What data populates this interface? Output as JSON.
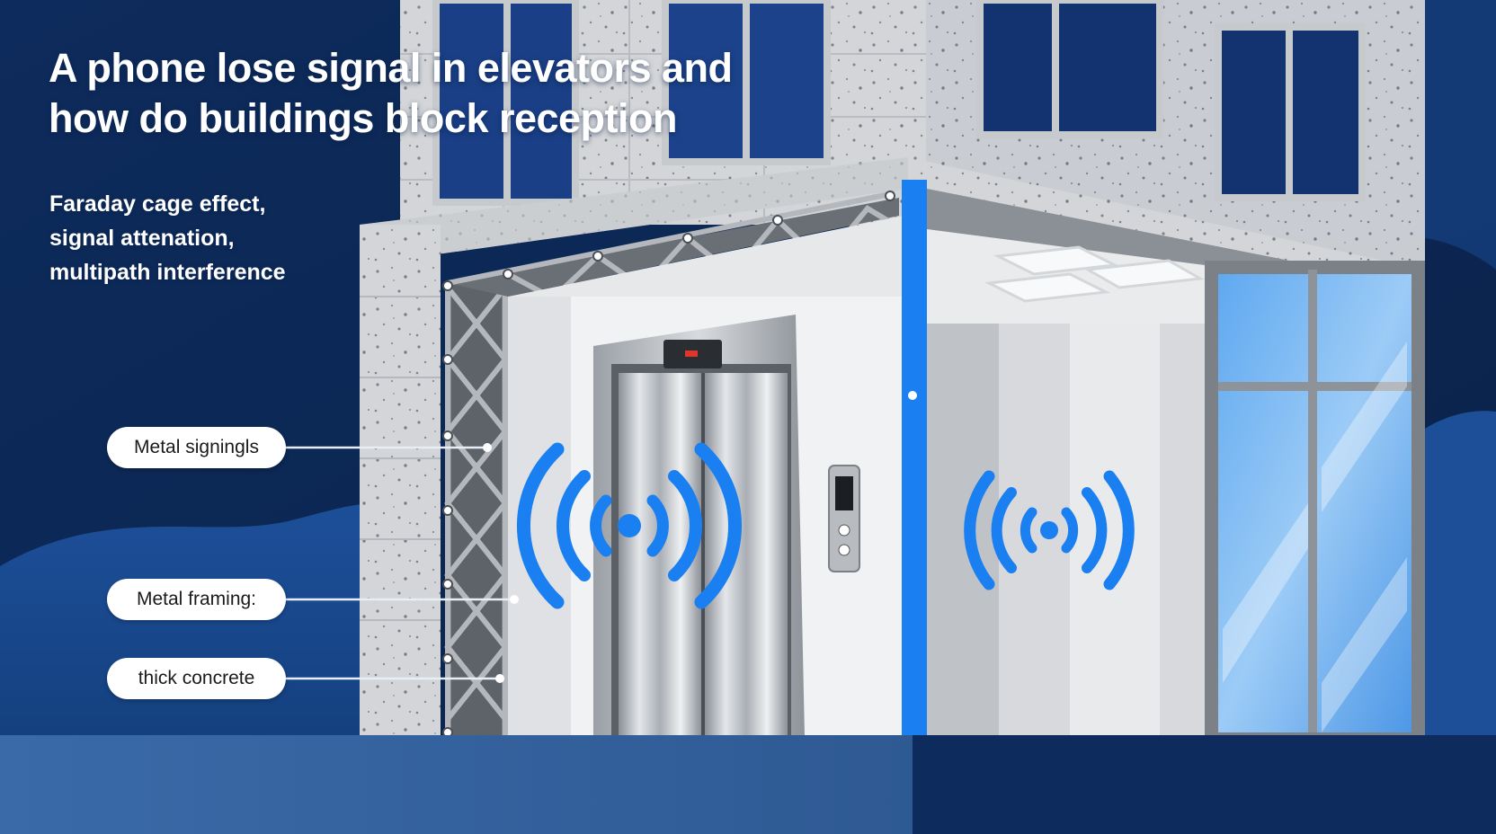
{
  "title_lines": [
    "A phone lose signal in elevators and",
    "how do buildings block reception"
  ],
  "subtitle_lines": [
    "Faraday cage effect,",
    "signal attenation,",
    "multipath interference"
  ],
  "callouts": [
    {
      "label": "Metal signingls",
      "target": "metal-truss"
    },
    {
      "label": "Metal framing:",
      "target": "steel-frame"
    },
    {
      "label": "thick concrete",
      "target": "concrete-wall"
    }
  ],
  "icons": {
    "signal_left": "signal-waves-icon",
    "signal_right": "signal-waves-icon",
    "elevator_panel": "elevator-call-panel-icon"
  },
  "colors": {
    "background_navy": "#0e2a55",
    "signal_blue": "#1a7ff0",
    "concrete_gray": "#d4d6d9",
    "steel": "#8a8f96",
    "label_pill": "#ffffff"
  }
}
